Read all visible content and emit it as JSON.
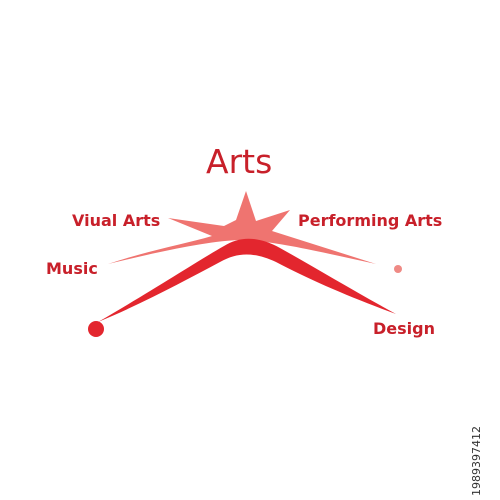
{
  "diagram": {
    "title": "Arts",
    "branches": [
      {
        "id": "visual",
        "label": "Viual Arts"
      },
      {
        "id": "performing",
        "label": "Performing Arts"
      },
      {
        "id": "music",
        "label": "Music"
      },
      {
        "id": "design",
        "label": "Design"
      }
    ],
    "colors": {
      "primary_red": "#e3262e",
      "light_red": "#ef7470",
      "text_red": "#c8202a"
    }
  },
  "watermark": {
    "id_text": "1989397412"
  }
}
